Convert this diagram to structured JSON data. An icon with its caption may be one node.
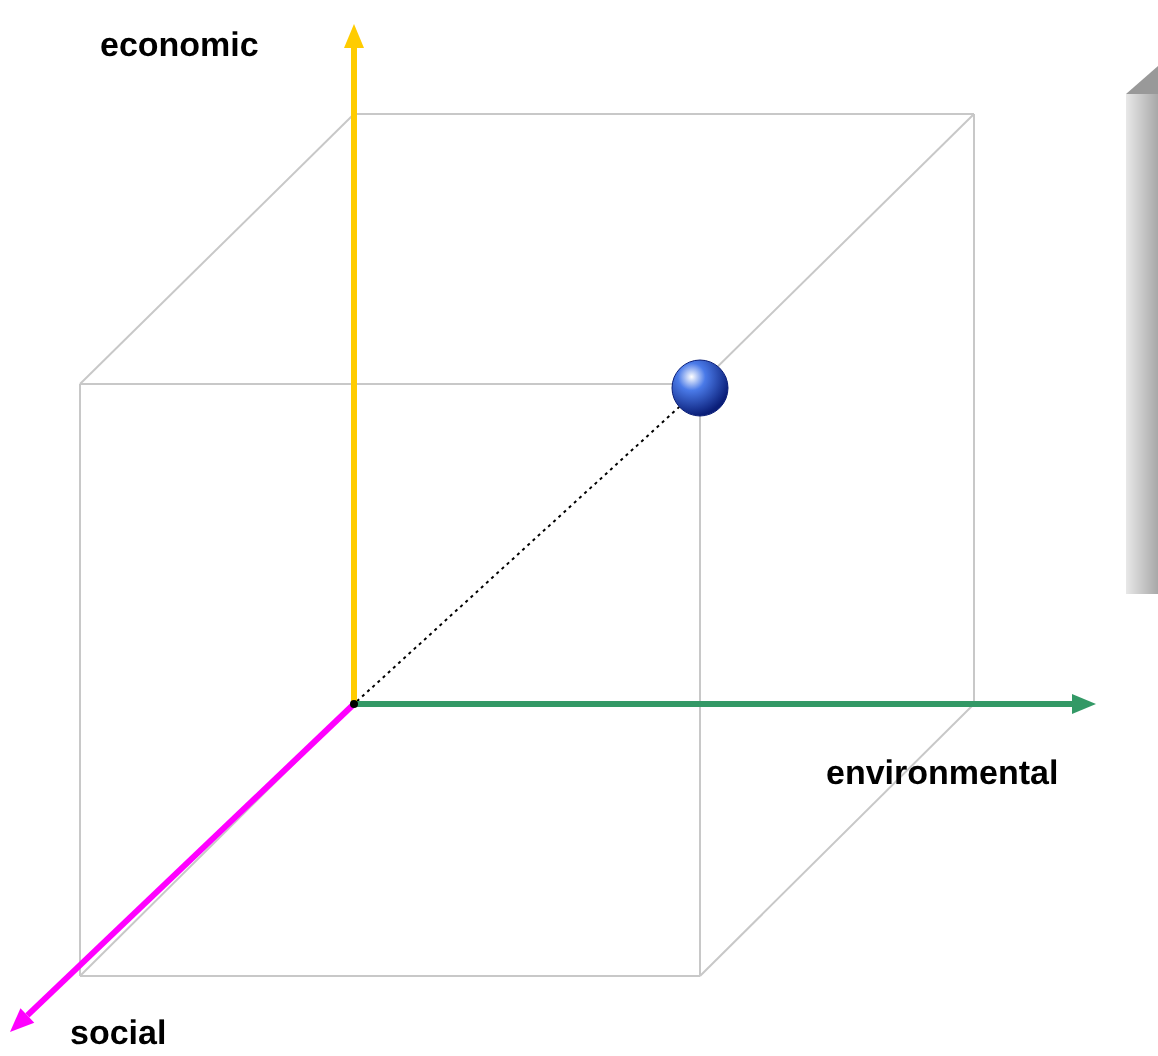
{
  "diagram": {
    "nodes": [
      {
        "text": [],
        "shape": "point"
      },
      {
        "text": [],
        "shape": "circle"
      }
    ],
    "edges": [
      {
        "from": 0,
        "to": 1,
        "arrow": "none",
        "style": "dashed"
      }
    ],
    "labels": [
      "economic",
      "environmental",
      "social"
    ]
  }
}
